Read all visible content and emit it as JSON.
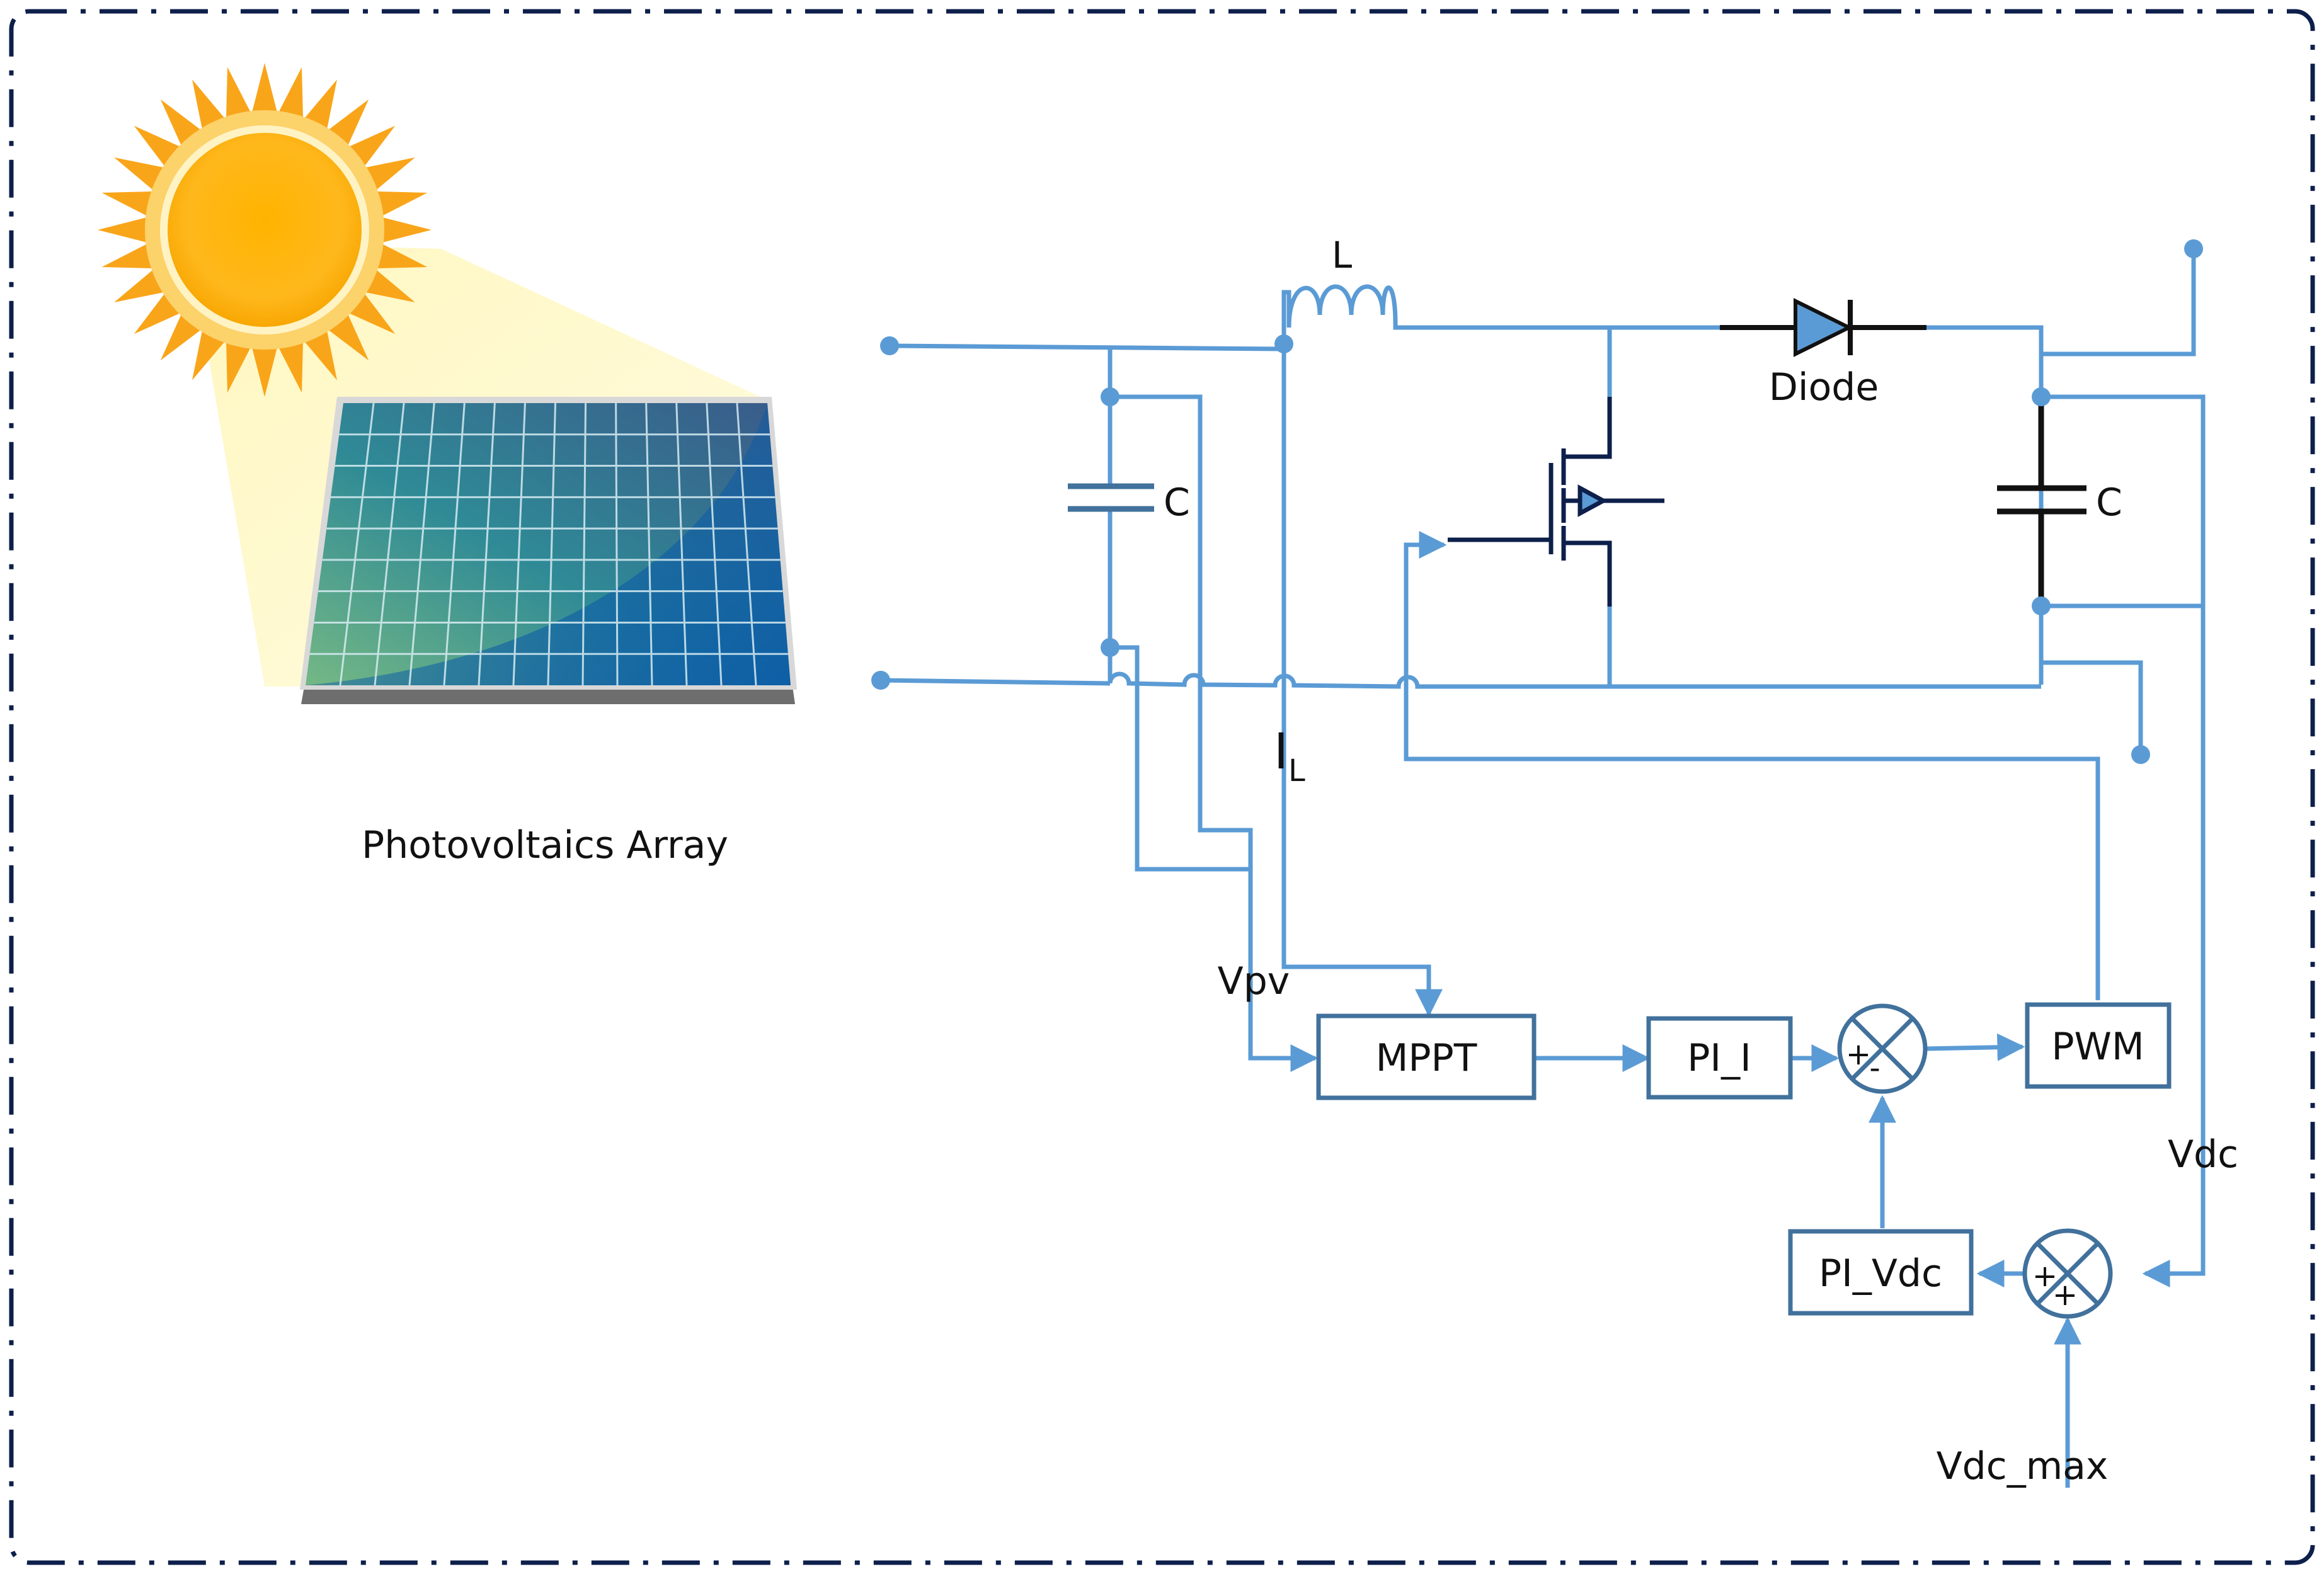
{
  "labels": {
    "pv_array": "Photovoltaics Array",
    "inductor": "L",
    "diode": "Diode",
    "cap_in": "C",
    "cap_out": "C",
    "current_main": "I",
    "current_sub": "L",
    "vpv": "Vpv",
    "vdc": "Vdc",
    "vdc_max": "Vdc_max"
  },
  "blocks": {
    "mppt": "MPPT",
    "pi_i": "PI_I",
    "pwm": "PWM",
    "pi_vdc": "PI_Vdc"
  },
  "junctions": {
    "upper_plus": "+",
    "upper_minus": "-",
    "lower_plus_1": "+",
    "lower_plus_2": "+"
  },
  "colors": {
    "wire": "#5b9bd5",
    "dark_wire": "#0d1f4a",
    "block_border": "#41719c",
    "border_dash": "#0d1f4a"
  }
}
